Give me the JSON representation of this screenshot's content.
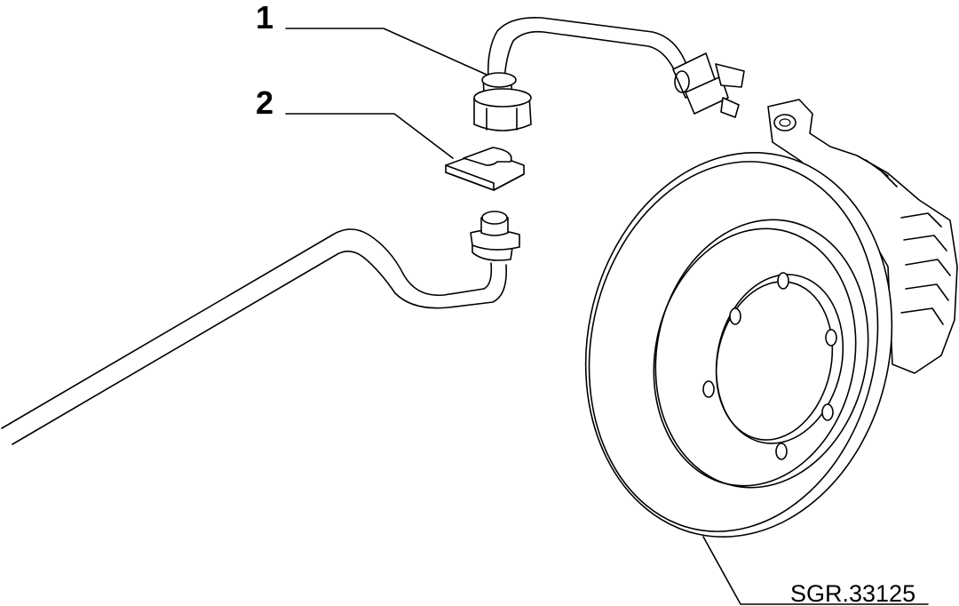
{
  "callouts": [
    {
      "number": "1",
      "part": "brake-pipe"
    },
    {
      "number": "2",
      "part": "retaining-clip"
    }
  ],
  "reference_code": "SGR.33125",
  "colors": {
    "line": "#000000",
    "background": "#ffffff"
  }
}
